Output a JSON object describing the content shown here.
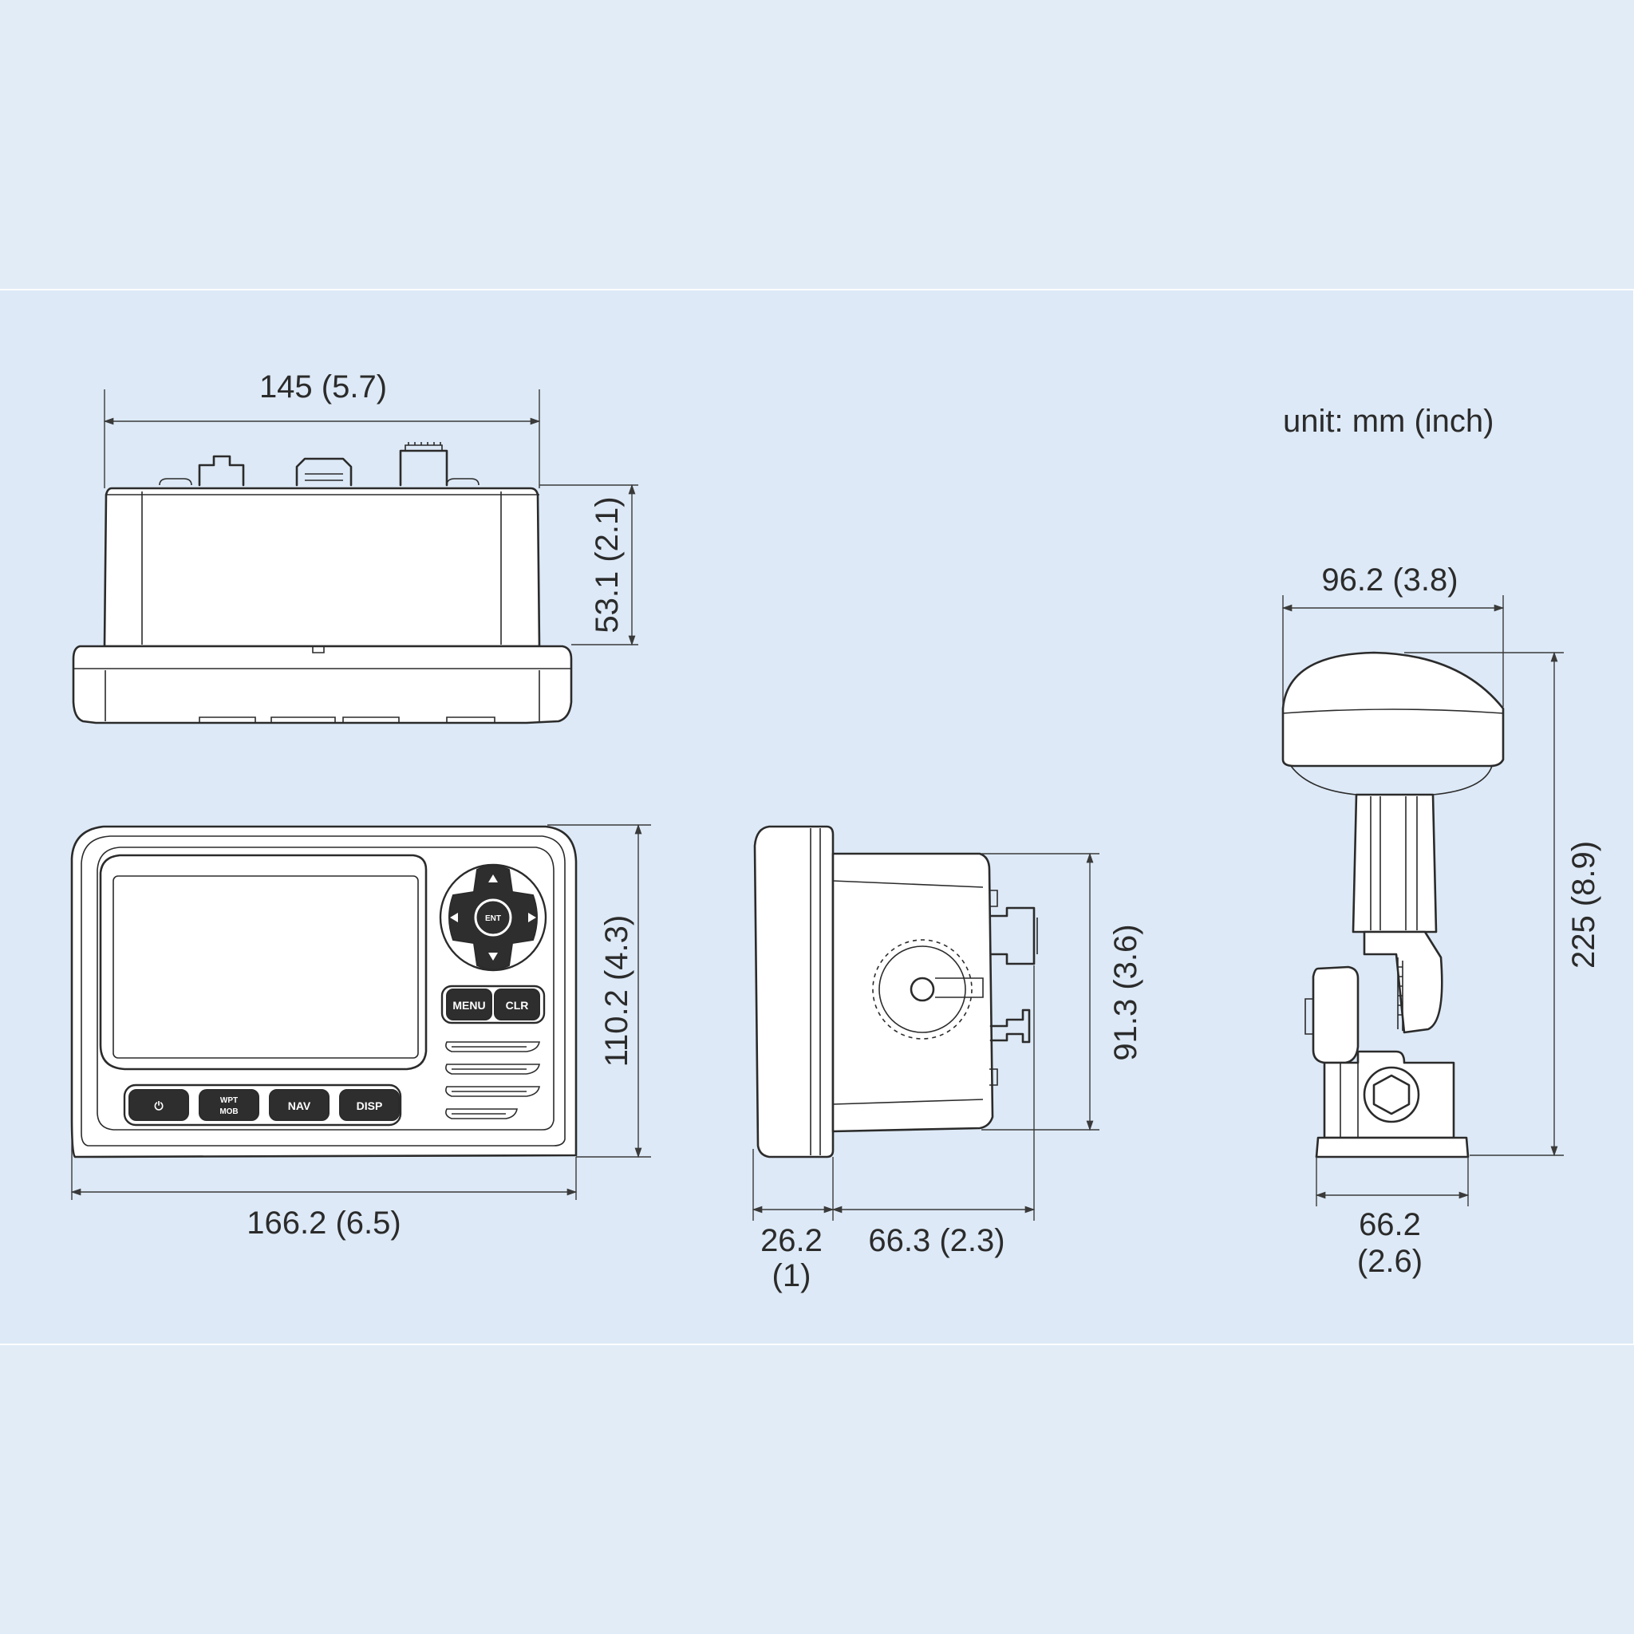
{
  "unit_label": "unit: mm (inch)",
  "top_view": {
    "width_label": "145 (5.7)",
    "depth_label": "53.1 (2.1)"
  },
  "front_view": {
    "width_label": "166.2 (6.5)",
    "height_label": "110.2 (4.3)",
    "buttons": {
      "power": "⏻",
      "wpt_top": "WPT",
      "wpt_bottom": "MOB",
      "nav": "NAV",
      "disp": "DISP",
      "menu": "MENU",
      "clr": "CLR",
      "ent": "ENT"
    }
  },
  "side_view": {
    "height_label": "91.3 (3.6)",
    "bezel_depth_label_line1": "26.2",
    "bezel_depth_label_line2": "(1)",
    "body_depth_label": "66.3 (2.3)"
  },
  "antenna_view": {
    "width_label": "96.2 (3.8)",
    "height_label": "225 (8.9)",
    "base_label_line1": "66.2",
    "base_label_line2": "(2.6)"
  },
  "colors": {
    "background": "#e1ecf7",
    "line": "#2b2b2b"
  }
}
